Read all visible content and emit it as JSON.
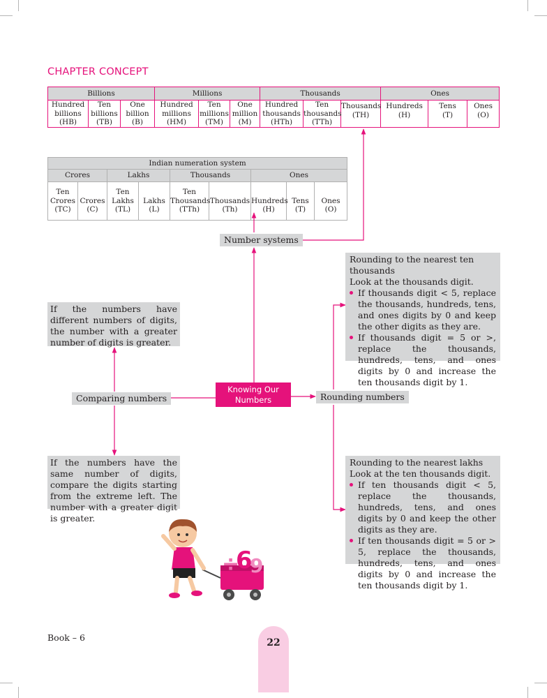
{
  "chapter_title": "CHAPTER CONCEPT",
  "international_table": {
    "groups": [
      "Billions",
      "Millions",
      "Thousands",
      "Ones"
    ],
    "places": [
      [
        "Hundred",
        "billions",
        "(HB)"
      ],
      [
        "Ten",
        "billions",
        "(TB)"
      ],
      [
        "One",
        "billion",
        "(B)"
      ],
      [
        "Hundred",
        "millions",
        "(HM)"
      ],
      [
        "Ten",
        "millions",
        "(TM)"
      ],
      [
        "One",
        "million",
        "(M)"
      ],
      [
        "Hundred",
        "thousands",
        "(HTh)"
      ],
      [
        "Ten",
        "thousands",
        "(TTh)"
      ],
      [
        "Thousands",
        "(TH)"
      ],
      [
        "Hundreds",
        "(H)"
      ],
      [
        "Tens",
        "(T)"
      ],
      [
        "Ones",
        "(O)"
      ]
    ]
  },
  "indian_table": {
    "title": "Indian numeration system",
    "groups": [
      "Crores",
      "Lakhs",
      "Thousands",
      "Ones"
    ],
    "places": [
      [
        "Ten",
        "Crores",
        "(TC)"
      ],
      [
        "Crores",
        "(C)"
      ],
      [
        "Ten",
        "Lakhs",
        "(TL)"
      ],
      [
        "Lakhs",
        "(L)"
      ],
      [
        "Ten",
        "Thousands",
        "(TTh)"
      ],
      [
        "Thousands",
        "(Th)"
      ],
      [
        "Hundreds",
        "(H)"
      ],
      [
        "Tens",
        "(T)"
      ],
      [
        "Ones",
        "(O)"
      ]
    ]
  },
  "nodes": {
    "number_systems": "Number systems",
    "center": [
      "Knowing Our",
      "Numbers"
    ],
    "comparing": "Comparing numbers",
    "rounding": "Rounding numbers"
  },
  "compare_diff_digits": "If the numbers have different numbers of digits, the number with a greater number of digits is greater.",
  "compare_same_digits": "If the numbers have the same number of digits, compare the digits starting from the extreme left. The number with a greater digit is greater.",
  "round_ten_thousands": {
    "title": "Rounding to the nearest ten thousands",
    "intro": "Look at the thousands digit.",
    "bullets": [
      "If thousands digit < 5, replace the thousands, hundreds, tens, and ones digits by 0 and keep the other digits as they are.",
      "If thousands digit = 5 or >, replace the thousands, hundreds, tens, and ones digits by 0 and increase the ten thousands digit by 1."
    ]
  },
  "round_lakhs": {
    "title": "Rounding to the nearest lakhs",
    "intro": "Look at the ten thousands digit.",
    "bullets": [
      "If ten thousands digit < 5, replace the thousands, hundreds, tens, and ones digits by 0 and keep the other digits as they are.",
      "If ten thousands digit = 5 or > 5, replace the thousands, hundreds, tens, and ones digits by 0 and increase the ten thousands digit by 1."
    ]
  },
  "footer": {
    "book": "Book – 6",
    "page": "22"
  },
  "colors": {
    "accent": "#e5127b",
    "panel": "#d5d6d7",
    "page_tab": "#f9cde3"
  }
}
